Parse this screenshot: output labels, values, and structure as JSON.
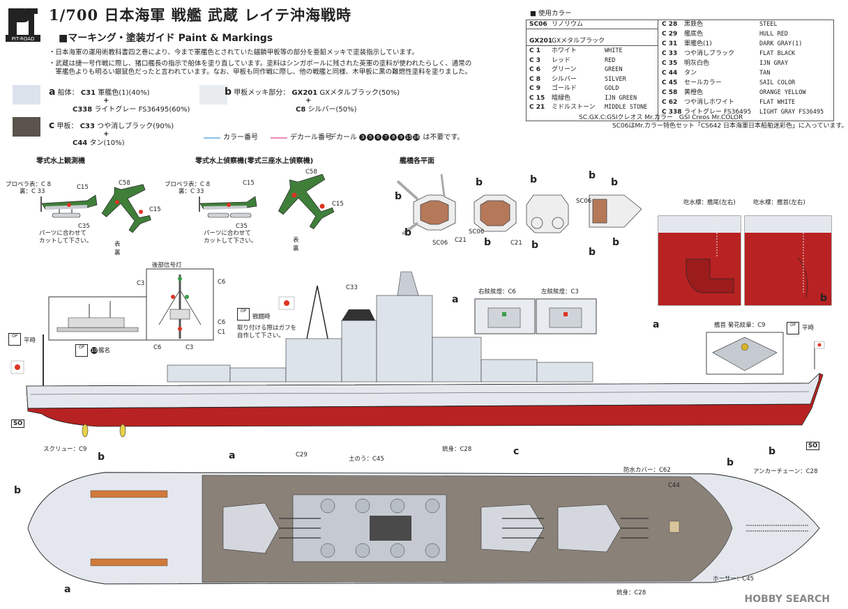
{
  "header": {
    "logo_text": "PIT-ROAD",
    "scale": "1/700",
    "title": "日本海軍 戦艦 武蔵 レイテ沖海戦時",
    "subtitle": "■マーキング・塗装ガイド Paint & Markings",
    "notes": [
      "・日本海軍の運用術教科書四之巻により、今まで軍艦色とされていた錨鎖甲板等の部分を亜鉛メッキで塗装指示しています。",
      "・武蔵は捷一号作戦に際し、猪口艦長の指示で船体を塗り直しています。塗料はシンガポールに残された英軍の塗料が使われたらしく、通常の",
      "　軍艦色よりも明るい銀鼠色だったと言われています。なお、甲板も同作戦に際し、他の戦艦と同様、木甲板に黒の難燃性塗料を塗りました。"
    ]
  },
  "color_mixes": {
    "a": {
      "letter": "a",
      "part": "船体：",
      "c1_code": "C31",
      "c1_name": "軍艦色(1)(40%)",
      "plus": "+",
      "c2_code": "C338",
      "c2_name": "ライトグレー FS36495(60%)",
      "color": "#dde3ec"
    },
    "b": {
      "letter": "b",
      "part": "甲板メッキ部分：",
      "c1_code": "GX201",
      "c1_name": "GXメタルブラック(50%)",
      "plus": "+",
      "c2_code": "C8",
      "c2_name": "シルバー(50%)",
      "color": "#e9ecef"
    },
    "c": {
      "letter": "c",
      "part": "甲板：",
      "c1_code": "C33",
      "c1_name": "つや消しブラック(90%)",
      "plus": "+",
      "c2_code": "C44",
      "c2_name": "タン(10%)",
      "color": "#5a534b"
    }
  },
  "legend_key": {
    "color_number": "カラー番号",
    "decal_number": "デカール番号",
    "decal_prefix": "デカール",
    "decal_unused_numbers": [
      "3",
      "5",
      "6",
      "7",
      "8",
      "9",
      "15",
      "16"
    ],
    "decal_suffix": "は不要です。"
  },
  "color_table": {
    "header": "■ 使用カラー",
    "left_top": [
      {
        "code": "SC06",
        "jp": "リノリウム",
        "en": ""
      },
      {
        "code": "GX201",
        "jp": "GXメタルブラック",
        "en": ""
      }
    ],
    "left": [
      {
        "code": "C 1",
        "jp": "ホワイト",
        "en": "WHITE"
      },
      {
        "code": "C 3",
        "jp": "レッド",
        "en": "RED"
      },
      {
        "code": "C 6",
        "jp": "グリーン",
        "en": "GREEN"
      },
      {
        "code": "C 8",
        "jp": "シルバー",
        "en": "SILVER"
      },
      {
        "code": "C 9",
        "jp": "ゴールド",
        "en": "GOLD"
      },
      {
        "code": "C 15",
        "jp": "暗緑色",
        "en": "IJN GREEN"
      },
      {
        "code": "C 21",
        "jp": "ミドルストーン",
        "en": "MIDDLE STONE"
      }
    ],
    "right": [
      {
        "code": "C 28",
        "jp": "黒鉄色",
        "en": "STEEL"
      },
      {
        "code": "C 29",
        "jp": "艦底色",
        "en": "HULL RED"
      },
      {
        "code": "C 31",
        "jp": "軍艦色(1)",
        "en": "DARK GRAY(1)"
      },
      {
        "code": "C 33",
        "jp": "つや消しブラック",
        "en": "FLAT BLACK"
      },
      {
        "code": "C 35",
        "jp": "明灰白色",
        "en": "IJN GRAY"
      },
      {
        "code": "C 44",
        "jp": "タン",
        "en": "TAN"
      },
      {
        "code": "C 45",
        "jp": "セールカラー",
        "en": "SAIL COLOR"
      },
      {
        "code": "C 58",
        "jp": "黄橙色",
        "en": "ORANGE YELLOW"
      },
      {
        "code": "C 62",
        "jp": "つや消しホワイト",
        "en": "FLAT WHITE"
      },
      {
        "code": "C 338",
        "jp": "ライトグレー FS36495",
        "en": "LIGHT GRAY FS36495"
      }
    ],
    "note1": "SC.GX.C:GSIクレオス Mr.カラー　GSI Creos Mr.COLOR",
    "note2": "SC06はMr.カラー特色セット「CS642 日本海軍日本船舶迷彩色」に入っています。"
  },
  "sections": {
    "aircraft1": "零式水上観測機",
    "aircraft2": "零式水上偵察機(零式三座水上偵察機)",
    "bridge": "艦橋各平面",
    "stern_mark": "吃水標：艦尾(左右)",
    "bow_mark": "吃水標：艦首(左右)",
    "rear_signal": "後部信号灯",
    "starboard_light": "右舷舷燈：C6",
    "port_light": "左舷舷燈：C3",
    "crest": "艦首 菊花紋章：C9"
  },
  "labels": {
    "prop1": "プロペラ表：C 8",
    "prop1b": "裏：C 33",
    "prop2": "プロペラ表：C 8",
    "prop2b": "裏：C 33",
    "cut1a": "パーツに合わせて",
    "cut1b": "カットして下さい。",
    "cut2a": "パーツに合わせて",
    "cut2b": "カットして下さい。",
    "front": "表",
    "back": "裏",
    "c15": "C15",
    "c58": "C58",
    "c35": "C35",
    "c33": "C33",
    "c3": "C3",
    "c6": "C6",
    "c1": "C1",
    "c21": "C21",
    "sc06": "SC06",
    "battle": "戦闘時",
    "gaff1": "取り付ける際はガフを",
    "gaff2": "自作して下さい。",
    "peace": "平時",
    "ship_name": "艦名",
    "screw": "スクリュー：C9",
    "c29": "C29",
    "gun_barrel": "銃身：C28",
    "sandbag": "土のう：C45",
    "waterproof": "防水カバー：C62",
    "c44": "C44",
    "anchor_chain": "アンカーチェーン：C28",
    "hose": "ホーサー：C45",
    "so": "SO",
    "a": "a",
    "b": "b",
    "c": "c"
  },
  "watermark": "HOBBY SEARCH"
}
